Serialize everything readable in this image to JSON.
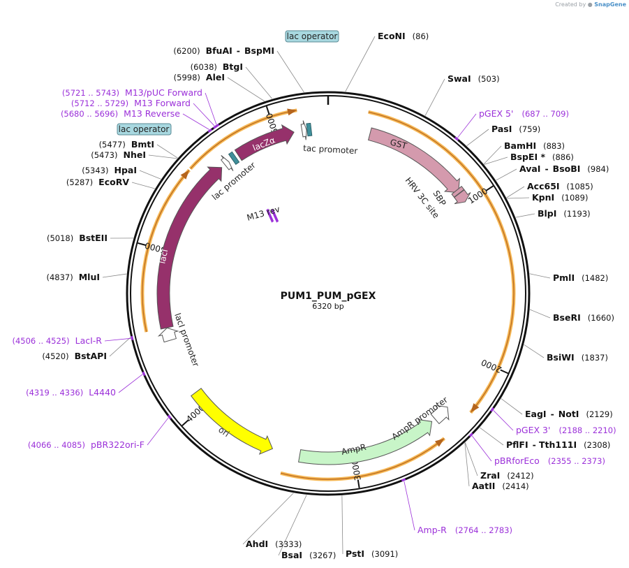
{
  "credit": {
    "created_by": "Created by",
    "brand": "SnapGene"
  },
  "plasmid": {
    "name": "PUM1_PUM_pGEX",
    "length": 6320,
    "size_label": "6320 bp"
  },
  "colors": {
    "backbone": "#111111",
    "orf_band": "#f5b042",
    "primer": "#9b30d9",
    "lacZa": "#96316b",
    "lacI": "#96316b",
    "gst": "#d49aad",
    "ampr": "#c8f5c8",
    "ori": "#ffff00",
    "operator_box": "#a8d8e0",
    "m13": "#9b30d9"
  },
  "ticks": [
    {
      "pos": 1000,
      "label": "1000"
    },
    {
      "pos": 2000,
      "label": "2000"
    },
    {
      "pos": 3000,
      "label": "3000"
    },
    {
      "pos": 4000,
      "label": "4000"
    },
    {
      "pos": 5000,
      "label": "5000"
    },
    {
      "pos": 6000,
      "label": "6000"
    }
  ],
  "features": [
    {
      "name": "GST",
      "start": 258,
      "end": 918,
      "dir": 1,
      "color": "#d49aad",
      "type": "arrow"
    },
    {
      "name": "SBP",
      "start": 926,
      "end": 988,
      "dir": 1,
      "color": "#d49aad",
      "type": "arrow"
    },
    {
      "name": "HRV 3C site",
      "start": 900,
      "end": 924,
      "dir": 1,
      "color": "#d49aad",
      "type": "box"
    },
    {
      "name": "AmpR",
      "start": 2475,
      "end": 3335,
      "dir": -1,
      "color": "#c8f5c8",
      "type": "arrow"
    },
    {
      "name": "AmpR promoter",
      "start": 2345,
      "end": 2450,
      "dir": -1,
      "color": "#ffffff",
      "type": "arrow"
    },
    {
      "name": "ori",
      "start": 3506,
      "end": 4095,
      "dir": -1,
      "color": "#ffff00",
      "type": "arrow"
    },
    {
      "name": "lacI promoter",
      "start": 4450,
      "end": 4528,
      "dir": 1,
      "color": "#ffffff",
      "type": "arrow"
    },
    {
      "name": "lacI",
      "start": 4529,
      "end": 5614,
      "dir": 1,
      "color": "#96316b",
      "type": "arrow"
    },
    {
      "name": "lac promoter",
      "start": 5640,
      "end": 5670,
      "dir": 1,
      "color": "#ffffff",
      "type": "arrow"
    },
    {
      "name": "lacZα",
      "start": 5740,
      "end": 6110,
      "dir": 1,
      "color": "#96316b",
      "type": "arrow"
    },
    {
      "name": "tac promoter",
      "start": 6160,
      "end": 6188,
      "dir": 1,
      "color": "#ffffff",
      "type": "arrow"
    },
    {
      "name": "M13 rev",
      "start": 5680,
      "end": 5696,
      "dir": -1,
      "color": "#9b30d9",
      "type": "m13"
    }
  ],
  "operator_marks": [
    {
      "pos": 5708
    },
    {
      "pos": 6204
    }
  ],
  "orf_bands": [
    {
      "start": 5480,
      "end": 6150,
      "dir": 1
    },
    {
      "start": 4530,
      "end": 5470,
      "dir": 1
    },
    {
      "start": 220,
      "end": 2280,
      "dir": 1
    },
    {
      "start": 2480,
      "end": 3420,
      "dir": -1
    }
  ],
  "feature_labels": {
    "gst": "GST",
    "sbp": "SBP",
    "hrv": "HRV 3C site",
    "ampr": "AmpR",
    "ampr_promoter": "AmpR promoter",
    "ori": "ori",
    "laci_promoter": "lacI promoter",
    "laci": "lacI",
    "lac_promoter": "lac promoter",
    "lacza": "lacZα",
    "tac_promoter": "tac promoter",
    "m13rev": "M13 rev"
  },
  "operator_labels": {
    "top": "lac operator",
    "left": "lac operator"
  },
  "enzymes": [
    {
      "name": "EcoNI",
      "pos": "(86)",
      "site": 86
    },
    {
      "name": "SwaI",
      "pos": "(503)",
      "site": 503
    },
    {
      "name": "PasI",
      "pos": "(759)",
      "site": 759
    },
    {
      "name": "BamHI",
      "pos": "(883)",
      "site": 883
    },
    {
      "name": "BspEI *",
      "pos": "(886)",
      "site": 886
    },
    {
      "name": "AvaI",
      "name2": "BsoBI",
      "pos": "(984)",
      "site": 984
    },
    {
      "name": "Acc65I",
      "pos": "(1085)",
      "site": 1085
    },
    {
      "name": "KpnI",
      "pos": "(1089)",
      "site": 1089
    },
    {
      "name": "BlpI",
      "pos": "(1193)",
      "site": 1193
    },
    {
      "name": "PmlI",
      "pos": "(1482)",
      "site": 1482
    },
    {
      "name": "BseRI",
      "pos": "(1660)",
      "site": 1660
    },
    {
      "name": "BsiWI",
      "pos": "(1837)",
      "site": 1837
    },
    {
      "name": "EagI",
      "name2": "NotI",
      "pos": "(2129)",
      "site": 2129
    },
    {
      "name": "PflFI",
      "name2": "Tth111I",
      "pos": "(2308)",
      "site": 2308
    },
    {
      "name": "ZraI",
      "pos": "(2412)",
      "site": 2412
    },
    {
      "name": "AatII",
      "pos": "(2414)",
      "site": 2414
    },
    {
      "name": "PstI",
      "pos": "(3091)",
      "site": 3091
    },
    {
      "name": "BsaI",
      "pos": "(3267)",
      "site": 3267
    },
    {
      "name": "AhdI",
      "pos": "(3333)",
      "site": 3333
    },
    {
      "name": "BstAPI",
      "pos": "(4520)",
      "site": 4520
    },
    {
      "name": "MluI",
      "pos": "(4837)",
      "site": 4837
    },
    {
      "name": "BstEII",
      "pos": "(5018)",
      "site": 5018
    },
    {
      "name": "EcoRV",
      "pos": "(5287)",
      "site": 5287
    },
    {
      "name": "HpaI",
      "pos": "(5343)",
      "site": 5343
    },
    {
      "name": "NheI",
      "pos": "(5473)",
      "site": 5473
    },
    {
      "name": "BmtI",
      "pos": "(5477)",
      "site": 5477
    },
    {
      "name": "AleI",
      "pos": "(5998)",
      "site": 5998
    },
    {
      "name": "BtgI",
      "pos": "(6038)",
      "site": 6038
    },
    {
      "name": "BfuAI",
      "name2": "BspMI",
      "pos": "(6200)",
      "site": 6200
    }
  ],
  "primers": [
    {
      "name": "pGEX 5'",
      "pos": "(687 .. 709)",
      "site": 698
    },
    {
      "name": "pGEX 3'",
      "pos": "(2188 .. 2210)",
      "site": 2199
    },
    {
      "name": "pBRforEco",
      "pos": "(2355 .. 2373)",
      "site": 2364
    },
    {
      "name": "Amp-R",
      "pos": "(2764 .. 2783)",
      "site": 2773
    },
    {
      "name": "pBR322ori-F",
      "pos": "(4066 .. 4085)",
      "site": 4075
    },
    {
      "name": "L4440",
      "pos": "(4319 .. 4336)",
      "site": 4327
    },
    {
      "name": "LacI-R",
      "pos": "(4506 .. 4525)",
      "site": 4515
    },
    {
      "name": "M13 Reverse",
      "pos": "(5680 .. 5696)",
      "site": 5688
    },
    {
      "name": "M13 Forward",
      "pos": "(5712 .. 5729)",
      "site": 5720
    },
    {
      "name": "M13/pUC Forward",
      "pos": "(5721 .. 5743)",
      "site": 5732
    }
  ]
}
